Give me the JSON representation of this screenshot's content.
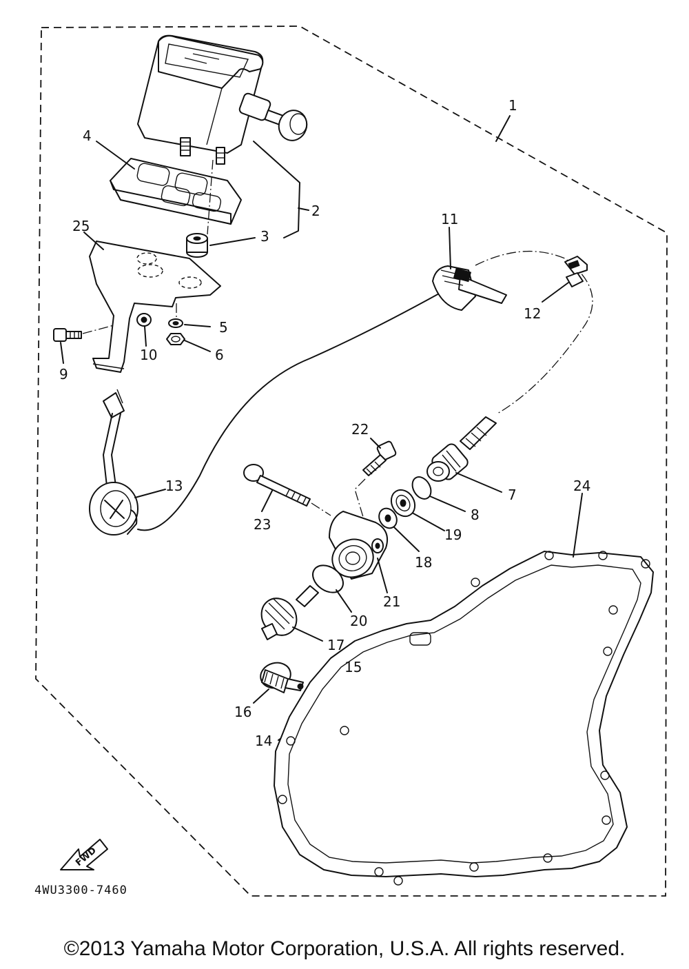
{
  "callouts": {
    "c1": "1",
    "c2": "2",
    "c3": "3",
    "c4": "4",
    "c5": "5",
    "c6": "6",
    "c7": "7",
    "c8": "8",
    "c9": "9",
    "c10": "10",
    "c11": "11",
    "c12": "12",
    "c13": "13",
    "c14": "14",
    "c15": "15",
    "c16": "16",
    "c17": "17",
    "c18": "18",
    "c19": "19",
    "c20": "20",
    "c21": "21",
    "c22": "22",
    "c23": "23",
    "c24": "24",
    "c25": "25"
  },
  "fwd_label": "FWD",
  "diagram_code": "4WU3300-7460",
  "copyright": "©2013 Yamaha Motor Corporation, U.S.A. All rights reserved."
}
